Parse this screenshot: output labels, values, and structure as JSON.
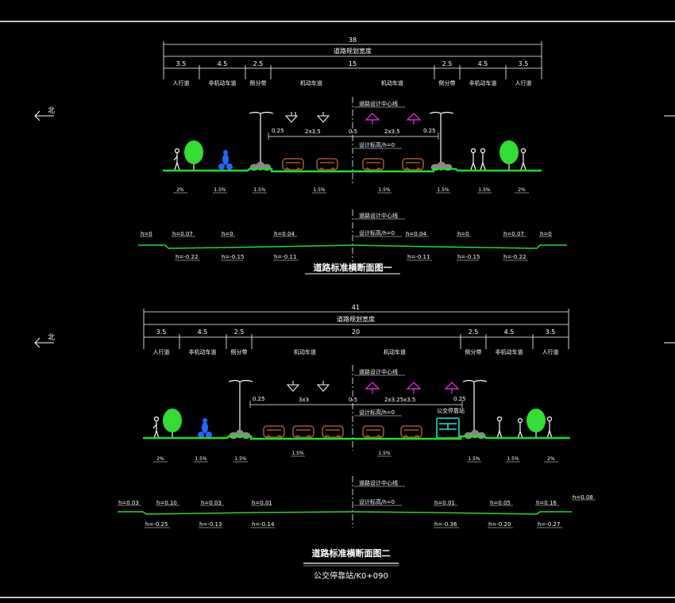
{
  "colors": {
    "background": "#000000",
    "frame": "#ffffff",
    "ground": "#22dd22",
    "arrow_outbound": "#ffffff",
    "arrow_inbound": "#ee33ee",
    "car": "#a0562a",
    "bus": "#22dddd",
    "tree": "#33dd33",
    "cyclist": "#2266ff",
    "text": "#ffffff"
  },
  "north_label": "北",
  "section1": {
    "total_width": "38",
    "total_label": "道路规划宽度",
    "widths": [
      "3.5",
      "4.5",
      "2.5",
      "15",
      "2.5",
      "4.5",
      "3.5"
    ],
    "lanes": [
      "人行道",
      "非机动车道",
      "侧分带",
      "机动车道",
      "机动车道",
      "侧分带",
      "非机动车道",
      "人行道"
    ],
    "centerline_label": "道路设计中心线",
    "design_level_label": "设计标高/h=0",
    "lane_left": "2x3.5",
    "lane_right": "2x3.5",
    "dim_left_small": "0.25",
    "dim_center": "0.5",
    "dim_right_small": "0.25",
    "slopes": [
      "2%",
      "1.5%",
      "1.5%",
      "1.5%",
      "1.5%",
      "1.5%",
      "1.5%",
      "2%"
    ],
    "profile_centerline": "道路设计中心线",
    "profile_design": "设计标高/h=0",
    "profile_upper": [
      "h=0",
      "h=0.07",
      "h=0",
      "h=0.04",
      "h=0.04",
      "h=0",
      "h=0.07",
      "h=0"
    ],
    "profile_lower": [
      "h=-0.22",
      "h=-0.15",
      "h=-0.11",
      "h=-0.11",
      "h=-0.15",
      "h=-0.22"
    ],
    "title": "道路标准横断面图一"
  },
  "section2": {
    "total_width": "41",
    "total_label": "道路规划宽度",
    "widths": [
      "3.5",
      "4.5",
      "2.5",
      "20",
      "2.5",
      "4.5",
      "3.5"
    ],
    "lanes": [
      "人行道",
      "非机动车道",
      "侧分带",
      "机动车道",
      "机动车道",
      "侧分带",
      "非机动车道",
      "人行道"
    ],
    "centerline_label": "道路设计中心线",
    "design_level_label": "设计标高/h=0",
    "lane_left": "3x3",
    "lane_right": "2x3.25x3.5",
    "dim_left_small": "0.25",
    "dim_center": "0.5",
    "dim_right_small": "0.25",
    "bus_stop_label": "公交停靠站",
    "slopes": [
      "2%",
      "1.5%",
      "1.5%",
      "1.5%",
      "1.5%",
      "1.5%",
      "1.5%",
      "2%"
    ],
    "profile_centerline": "道路设计中心线",
    "profile_design": "设计标高/h=0",
    "profile_upper": [
      "h=0.03",
      "h=0.10",
      "h=0.03",
      "h=0.01",
      "h=0.01",
      "h=0.05",
      "h=0.16",
      "h=0.08"
    ],
    "profile_lower": [
      "h=-0.25",
      "h=-0.13",
      "h=-0.14",
      "h=-0.36",
      "h=-0.20",
      "h=-0.27"
    ],
    "title": "道路标准横断面图二",
    "subtitle": "公交停靠站/K0+090"
  }
}
